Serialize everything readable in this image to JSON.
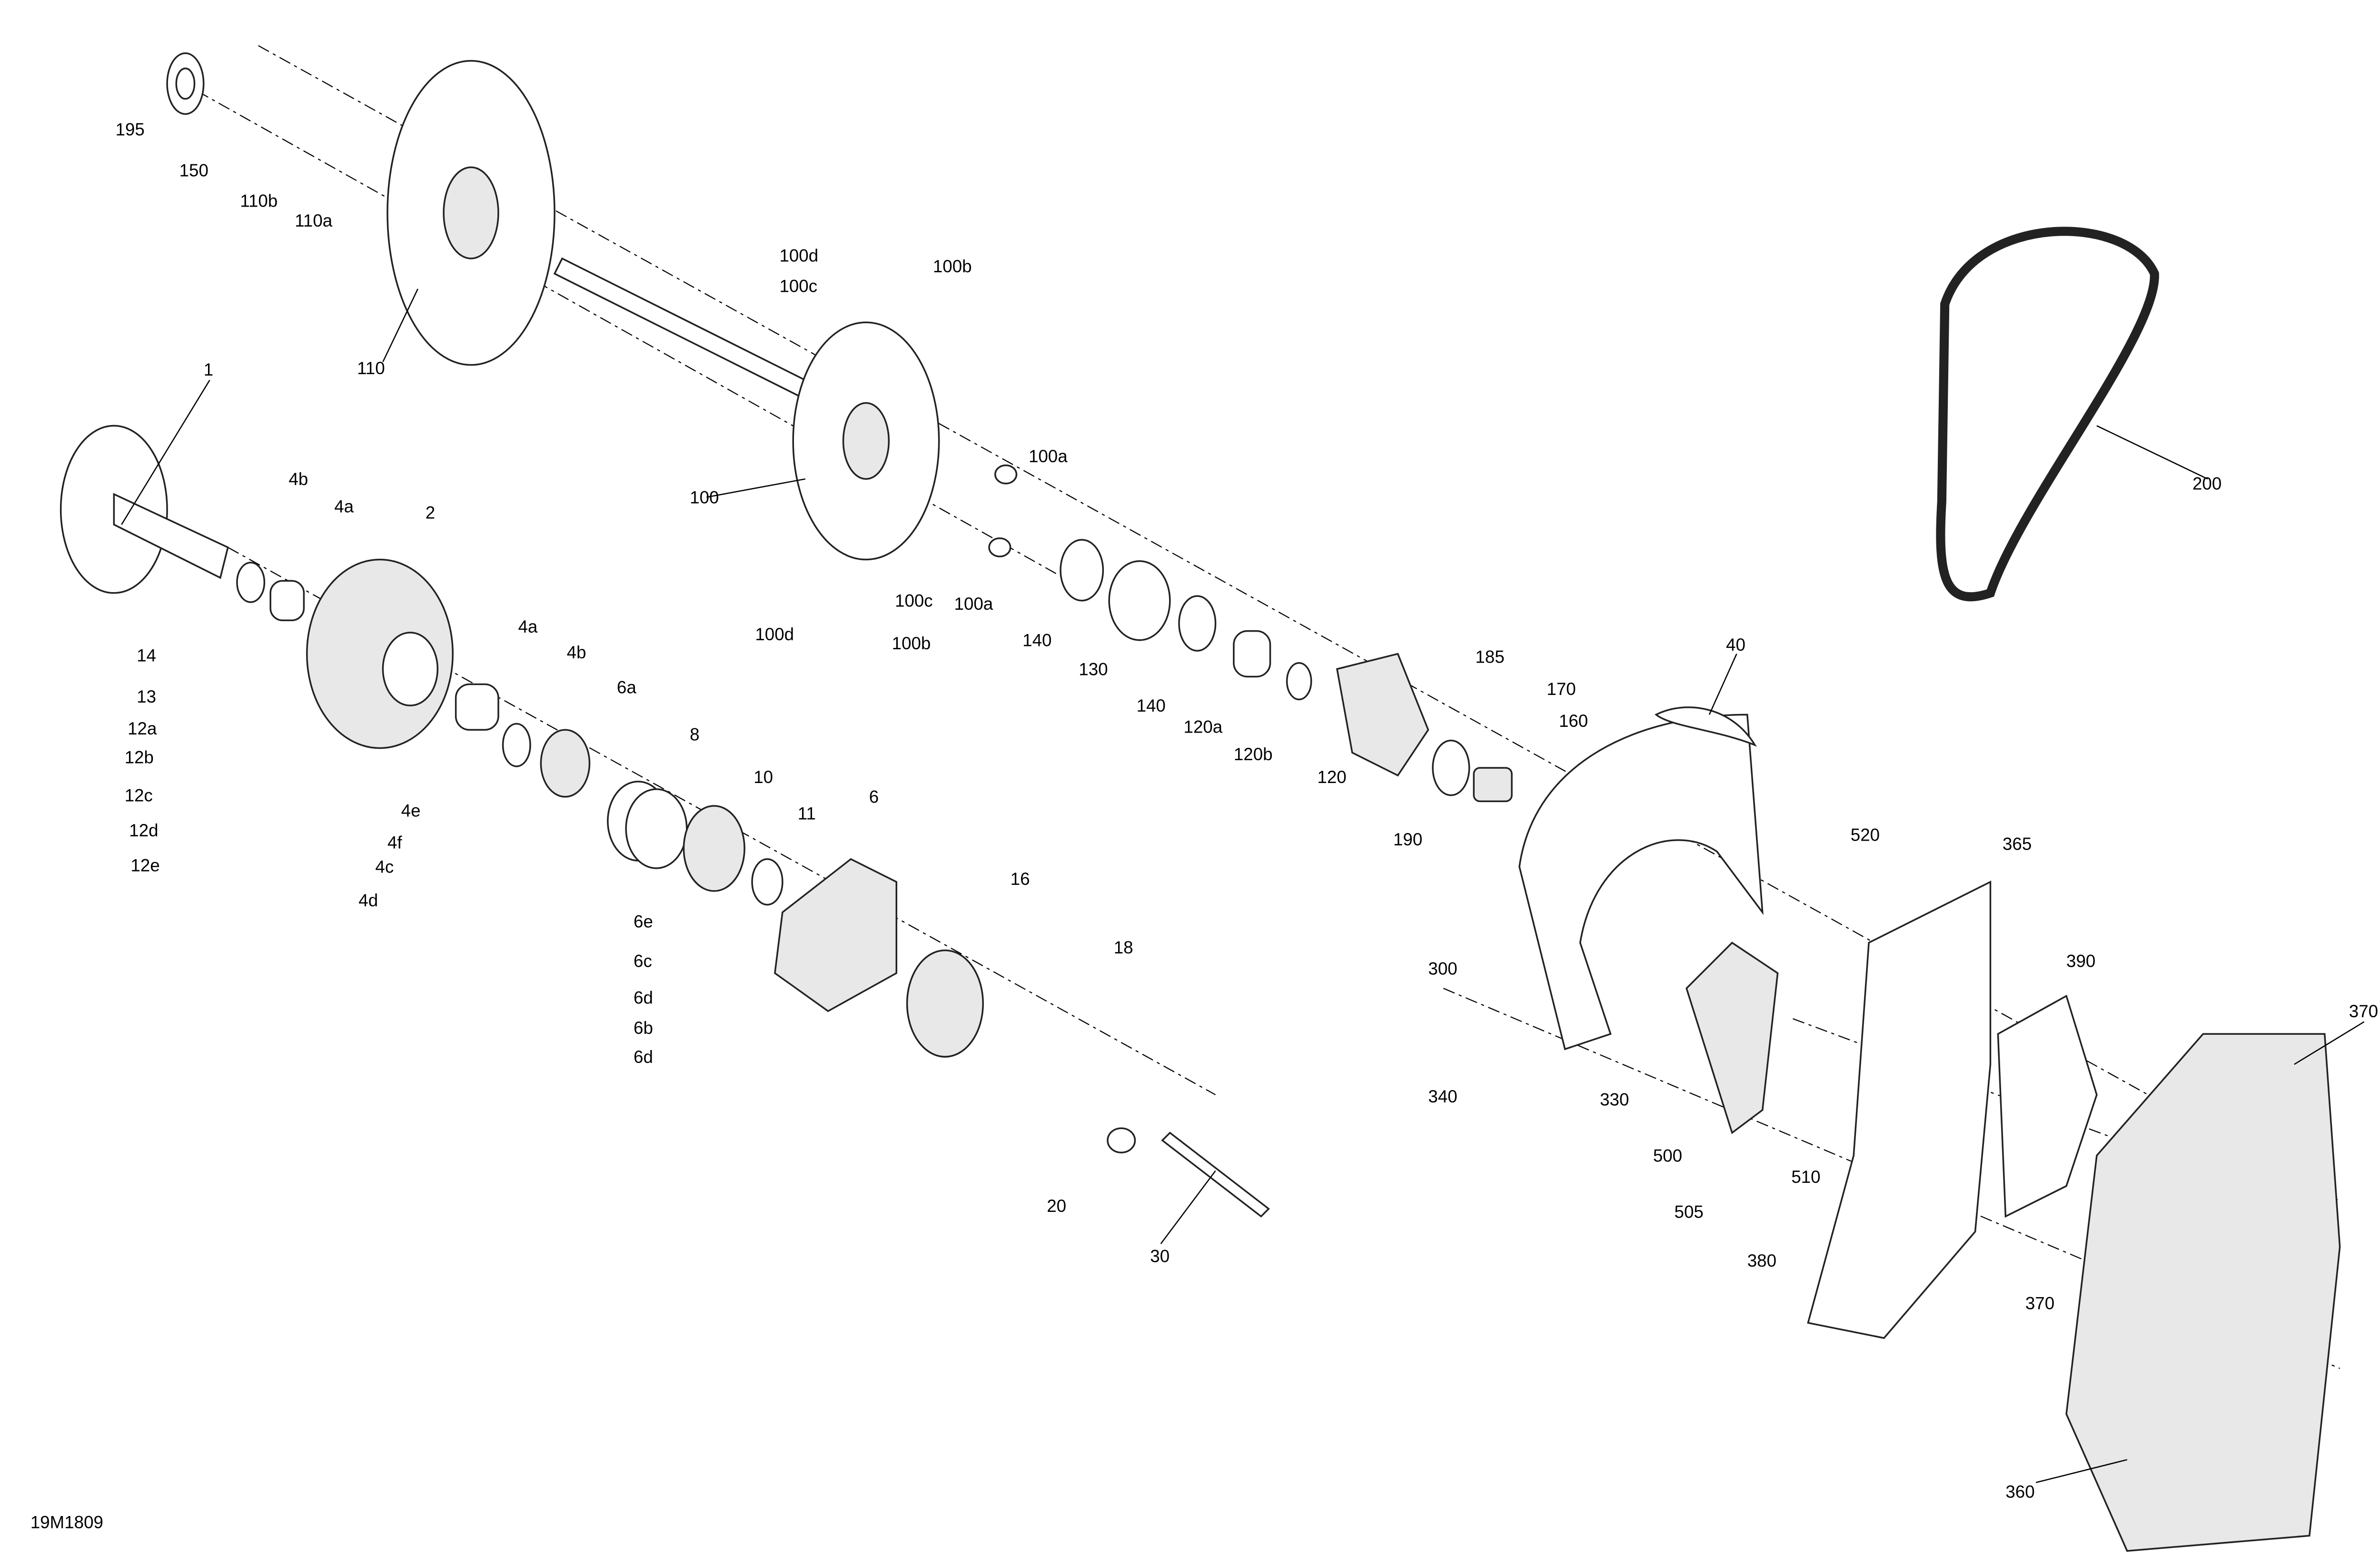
{
  "diagram": {
    "drawing_id": "19M1809",
    "callouts": [
      "195",
      "150",
      "110b",
      "110a",
      "110",
      "1",
      "4b",
      "4a",
      "2",
      "100d",
      "100b",
      "100c",
      "100a",
      "100",
      "100c",
      "100a",
      "100d",
      "100b",
      "140",
      "130",
      "140",
      "120a",
      "120b",
      "120",
      "185",
      "170",
      "160",
      "190",
      "40",
      "200",
      "14",
      "13",
      "12a",
      "12b",
      "12c",
      "12d",
      "12e",
      "4a",
      "4b",
      "6a",
      "8",
      "10",
      "11",
      "6",
      "4e",
      "4f",
      "4c",
      "4d",
      "16",
      "18",
      "6e",
      "6c",
      "6d",
      "6b",
      "6d",
      "20",
      "30",
      "520",
      "365",
      "390",
      "300",
      "340",
      "330",
      "500",
      "510",
      "505",
      "380",
      "370",
      "370",
      "360"
    ]
  }
}
